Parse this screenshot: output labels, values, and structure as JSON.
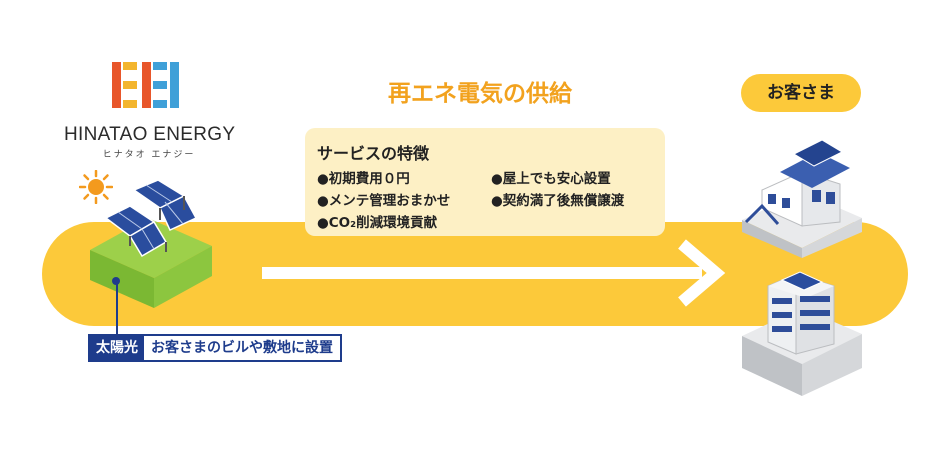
{
  "brand": {
    "name": "HINATAO ENERGY",
    "kana": "ヒナタオ エナジー",
    "logo_colors": [
      "#e8562a",
      "#f3b52d",
      "#3fa0d8"
    ]
  },
  "title": "再エネ電気の供給",
  "customer": "お客さま",
  "features": {
    "title": "サービスの特徴",
    "items": [
      "●初期費用０円",
      "●屋上でも安心設置",
      "●メンテ管理おまかせ",
      "●契約満了後無償譲渡",
      "●CO₂削減環境貢献"
    ]
  },
  "solar_label": {
    "tag": "太陽光",
    "text": "お客さまのビルや敷地に設置"
  },
  "colors": {
    "band": "#fcc93a",
    "title": "#f2a21e",
    "features_bg": "#fdf0c5",
    "navy": "#1e3c8c",
    "roof_green": "#8cc63f"
  },
  "icons": [
    "sun-icon",
    "solar-panel-icon",
    "house-icon",
    "building-icon",
    "arrow-right-icon"
  ]
}
